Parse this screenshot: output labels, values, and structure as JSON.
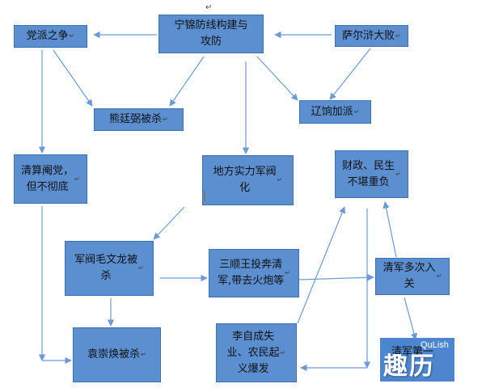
{
  "nodes": {
    "ningjin": "宁锦防线构建与\n攻防",
    "dangpai": "党派之争",
    "saerhu": "萨尔浒大败",
    "xiongtingbi": "熊廷弼被杀",
    "liaoxiang": "辽饷加派",
    "qingsuan": "清算阉党，\n但不彻底",
    "difang": "地方实力军阀\n化",
    "caizheng": "财政、民生\n不堪重负",
    "maowenlong": "军阀毛文龙被\n杀",
    "sanshunwang": "三顺王投奔清\n军,带去火炮等",
    "qingjun": "清军多次入\n关",
    "yuanchonghuan": "袁崇焕被杀",
    "lizicheng": "李自成失\n业、农民起\n义爆发",
    "qingjunru": "清军第一"
  },
  "marks": {
    "return": "↵",
    "top": "↵"
  },
  "watermark": {
    "main": "趣历",
    "sub": "QuLish"
  },
  "colors": {
    "box_fill": "#5b8fd0",
    "box_border": "#3f6fae",
    "arrow": "#6b9bd6"
  }
}
